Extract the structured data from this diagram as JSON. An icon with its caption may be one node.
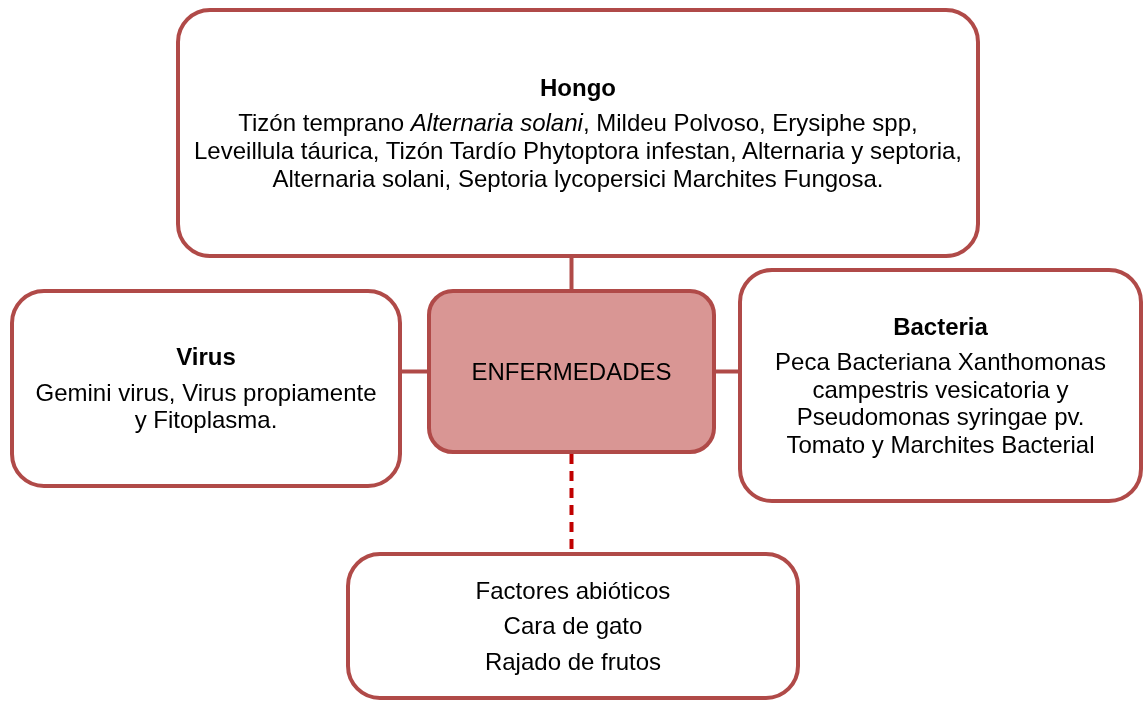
{
  "diagram": {
    "nodes": [
      {
        "text": [
          "Hongo",
          "Tizón temprano *Alternaria solani*, Mildeu Polvoso, Erysiphe spp, Leveillula táurica, Tizón Tardío Phytoptora infestan, Alternaria y septoria, Alternaria solani, Septoria lycopersici Marchites Fungosa."
        ]
      },
      {
        "text": [
          "Virus",
          "Gemini virus, Virus propiamente y Fitoplasma."
        ]
      },
      {
        "text": [
          "ENFERMEDADES"
        ]
      },
      {
        "text": [
          "Bacteria",
          "Peca Bacteriana Xanthomonas campestris vesicatoria y Pseudomonas syringae pv. Tomato y Marchites Bacterial"
        ]
      },
      {
        "text": [
          "Factores abióticos",
          "Cara de gato",
          "Rajado de frutos"
        ]
      }
    ],
    "edges": [
      {
        "from": 2,
        "to": 0,
        "arrow": "none"
      },
      {
        "from": 2,
        "to": 1,
        "arrow": "none"
      },
      {
        "from": 2,
        "to": 3,
        "arrow": "none"
      },
      {
        "from": 2,
        "to": 4,
        "arrow": "none",
        "style": "dashed",
        "color": "#c00000"
      }
    ]
  }
}
